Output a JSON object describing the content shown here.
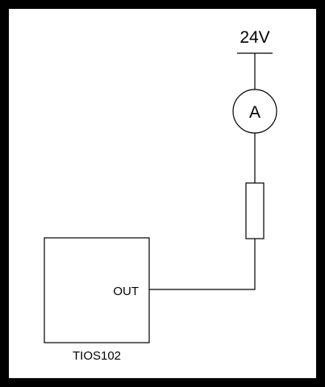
{
  "diagram": {
    "supply_label": "24V",
    "meter_label": "A",
    "output_label": "OUT",
    "device_label": "TIOS102",
    "colors": {
      "frame": "#000000",
      "background": "#ffffff",
      "line": "#000000"
    },
    "components": [
      "supply-terminal",
      "ammeter",
      "resistor",
      "device-block"
    ]
  }
}
